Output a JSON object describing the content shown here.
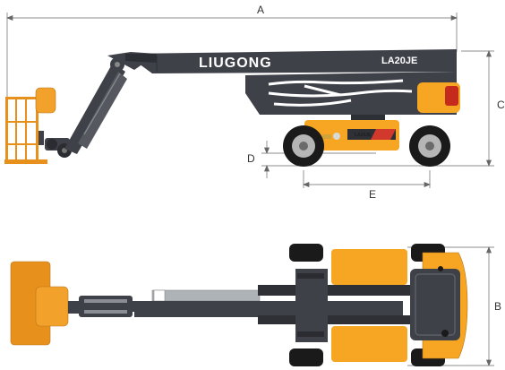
{
  "colors": {
    "machine_orange": "#f6a623",
    "boom_dark": "#3e4148",
    "tire_black": "#1a1a1a",
    "dimension_line": "#555555",
    "platform_orange": "#e8901c"
  },
  "branding": {
    "brand_name": "LIUGONG",
    "model_name": "LA20JE",
    "chassis_decal": "LA20JE"
  },
  "dimensions": {
    "label_a": "A",
    "label_b": "B",
    "label_c": "C",
    "label_d": "D",
    "label_e": "E"
  },
  "views": [
    {
      "view": "side elevation"
    },
    {
      "view": "top plan"
    }
  ]
}
